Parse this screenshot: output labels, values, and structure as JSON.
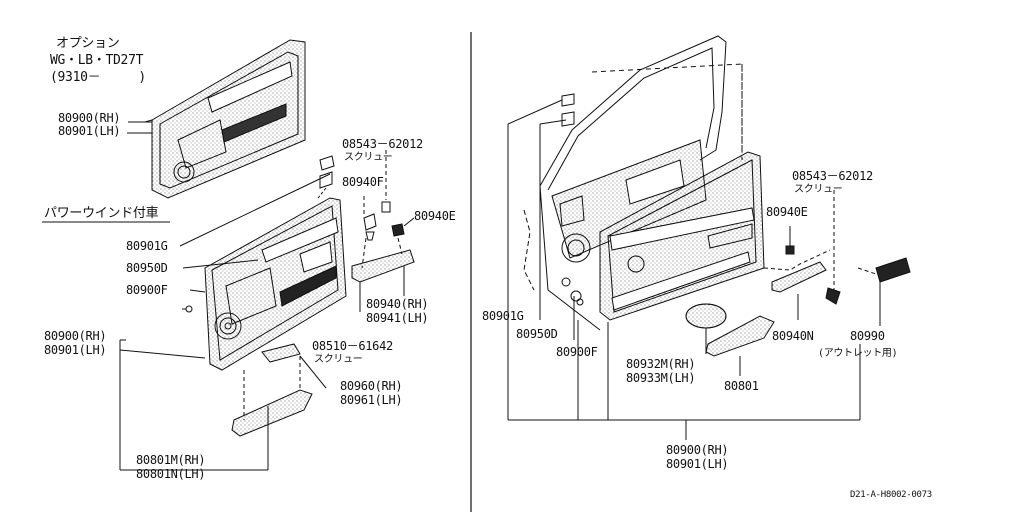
{
  "left": {
    "option_header": [
      "オプション",
      "WG・LB・TD27T",
      "(9310－　　　)"
    ],
    "top_panel_parts": [
      "80900(RH)",
      "80901(LH)"
    ],
    "power_window_header": "パワーウインド付車",
    "labels": {
      "p80901g": "80901G",
      "p80950d": "80950D",
      "p80900f": "80900F",
      "main_rh": "80900(RH)",
      "main_lh": "80901(LH)",
      "screw1_code": "08543－62012",
      "screw1_name": "スクリュー",
      "p80940f": "80940F",
      "p80940e": "80940E",
      "handle_rh": "80940(RH)",
      "handle_lh": "80941(LH)",
      "screw2_code": "08510－61642",
      "screw2_name": "スクリュー",
      "switch_rh": "80960(RH)",
      "switch_lh": "80961(LH)",
      "armrest_rh": "80801M(RH)",
      "armrest_lh": "80801N(LH)"
    }
  },
  "right": {
    "labels": {
      "p80901g": "80901G",
      "p80950d": "80950D",
      "p80900f": "80900F",
      "screw_code": "08543－62012",
      "screw_name": "スクリュー",
      "p80940e": "80940E",
      "p80940n": "80940N",
      "p80990": "80990",
      "outlet": "(アウトレット用)",
      "speaker_rh": "80932M(RH)",
      "speaker_lh": "80933M(LH)",
      "armrest": "80801",
      "main_rh": "80900(RH)",
      "main_lh": "80901(LH)"
    }
  },
  "drawing_code": "D21-A-H8002-0073"
}
